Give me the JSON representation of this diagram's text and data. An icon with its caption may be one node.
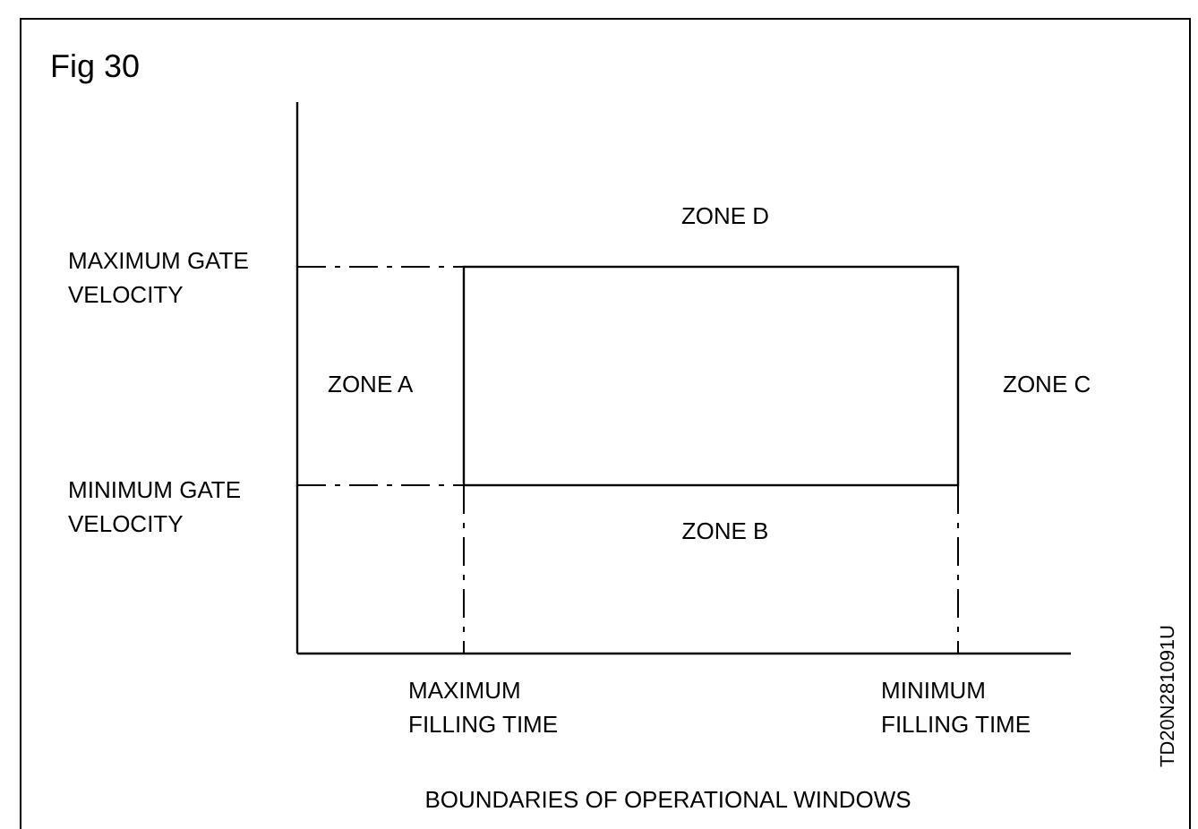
{
  "diagram": {
    "title": "Fig 30",
    "caption": "BOUNDARIES OF OPERATIONAL WINDOWS",
    "nodes": [
      {
        "text": [],
        "shape": "box"
      }
    ],
    "labels": [
      "ZONE D",
      "MAXIMUM GATE VELOCITY",
      "ZONE A",
      "ZONE C",
      "MINIMUM GATE VELOCITY",
      "ZONE B",
      "MAXIMUM FILLING TIME",
      "MINIMUM FILLING TIME",
      "TD20N281091U"
    ]
  }
}
